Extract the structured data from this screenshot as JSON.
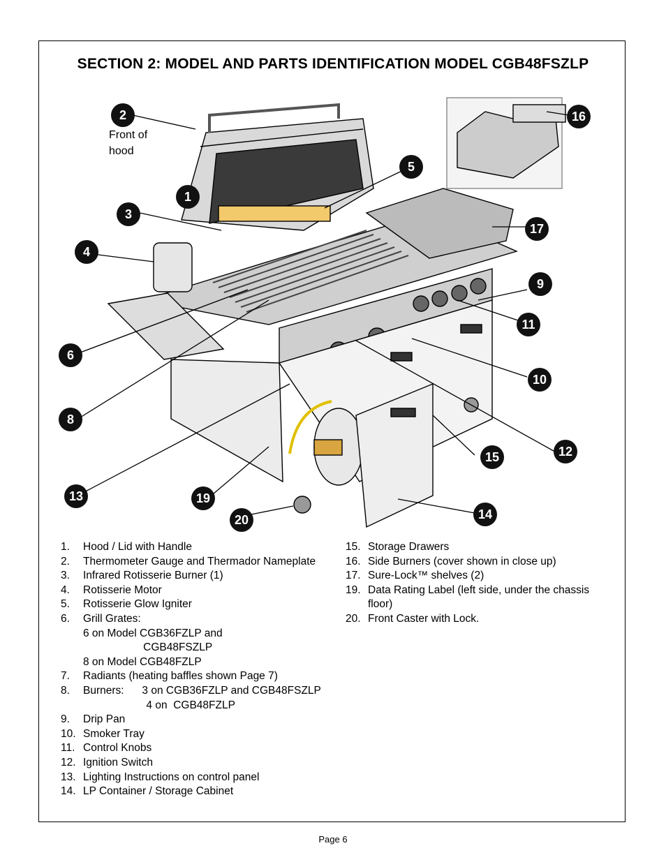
{
  "title": "SECTION 2:  MODEL AND PARTS IDENTIFICATION MODEL CGB48FSZLP",
  "front_of_hood": [
    "Front of",
    "hood"
  ],
  "callouts": [
    "2",
    "1",
    "3",
    "4",
    "5",
    "6",
    "8",
    "13",
    "19",
    "20",
    "16",
    "17",
    "9",
    "11",
    "10",
    "12",
    "15",
    "14"
  ],
  "parts_left": [
    {
      "num": "1.",
      "text": "Hood / Lid with Handle"
    },
    {
      "num": "2.",
      "text": "Thermometer Gauge and Thermador Nameplate"
    },
    {
      "num": "3.",
      "text": "Infrared Rotisserie Burner (1)"
    },
    {
      "num": "4.",
      "text": "Rotisserie Motor"
    },
    {
      "num": "5.",
      "text": "Rotisserie Glow Igniter"
    },
    {
      "num": "6.",
      "text": "Grill Grates:"
    },
    {
      "num": "",
      "text": "6 on Model CGB36FZLP and"
    },
    {
      "num": "",
      "text": "                    CGB48FSZLP"
    },
    {
      "num": "",
      "text": "8 on Model CGB48FZLP"
    },
    {
      "num": "7.",
      "text": "Radiants (heating baffles shown Page 7)"
    },
    {
      "num": "8.",
      "text": "Burners:      3 on CGB36FZLP and CGB48FSZLP"
    },
    {
      "num": "",
      "text": "                     4 on  CGB48FZLP"
    },
    {
      "num": "9.",
      "text": "Drip Pan"
    },
    {
      "num": "10.",
      "text": "Smoker Tray"
    },
    {
      "num": "11.",
      "text": "Control Knobs"
    },
    {
      "num": "12.",
      "text": "Ignition Switch"
    },
    {
      "num": "13.",
      "text": "Lighting Instructions on control panel"
    },
    {
      "num": "14.",
      "text": "LP Container / Storage Cabinet"
    }
  ],
  "parts_right": [
    {
      "num": "15.",
      "text": "Storage Drawers"
    },
    {
      "num": "16.",
      "text": "Side Burners (cover shown in close up)"
    },
    {
      "num": "17.",
      "text": "Sure-Lock™ shelves (2)"
    },
    {
      "num": "19.",
      "text": "Data Rating Label (left side, under the chassis"
    },
    {
      "num": "",
      "text": "floor)"
    },
    {
      "num": "20.",
      "text": "Front Caster with Lock."
    }
  ],
  "footer": "Page 6"
}
